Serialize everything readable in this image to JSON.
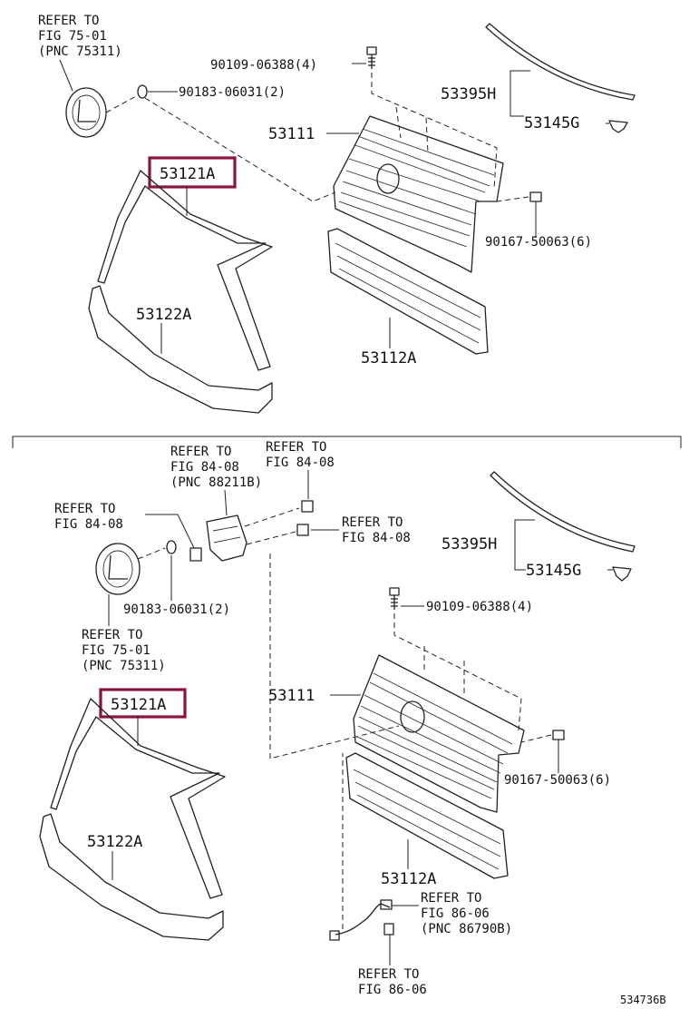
{
  "colors": {
    "highlight": "#8b1538",
    "line": "#222222"
  },
  "top": {
    "refer_emblem": [
      "REFER TO",
      "FIG 75-01",
      "(PNC 75311)"
    ],
    "screw": "90109-06388(4)",
    "emblem_nut": "90183-06031(2)",
    "molding_group": "53395H",
    "clip": "53145G",
    "radiator_grille": "53111",
    "grille_surround": "53121A",
    "grille_clip": "90167-50063(6)",
    "lower_molding": "53122A",
    "lower_grille": "53112A"
  },
  "bottom": {
    "refer_sensor": [
      "REFER TO",
      "FIG 84-08",
      "(PNC 88211B)"
    ],
    "refer_fig84_top": [
      "REFER TO",
      "FIG 84-08"
    ],
    "refer_fig84_left": [
      "REFER TO",
      "FIG 84-08"
    ],
    "refer_fig84_right": [
      "REFER TO",
      "FIG 84-08"
    ],
    "molding_group": "53395H",
    "clip": "53145G",
    "emblem_nut": "90183-06031(2)",
    "screw": "90109-06388(4)",
    "refer_emblem": [
      "REFER TO",
      "FIG 75-01",
      "(PNC 75311)"
    ],
    "radiator_grille": "53111",
    "grille_surround": "53121A",
    "grille_clip": "90167-50063(6)",
    "lower_molding": "53122A",
    "lower_grille": "53112A",
    "refer_camera": [
      "REFER TO",
      "FIG 86-06",
      "(PNC 86790B)"
    ],
    "refer_fig86": [
      "REFER TO",
      "FIG 86-06"
    ]
  },
  "diagram_code": "534736B"
}
